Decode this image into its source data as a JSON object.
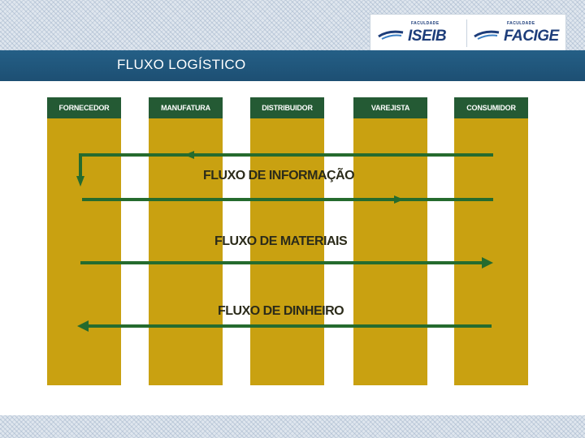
{
  "slide": {
    "title": "FLUXO LOGÍSTICO"
  },
  "logos": [
    {
      "small": "FACULDADE",
      "name": "ISEIB"
    },
    {
      "small": "FACULDADE",
      "name": "FACIGE"
    }
  ],
  "diagram": {
    "columns": [
      "FORNECEDOR",
      "MANUFATURA",
      "DISTRIBUIDOR",
      "VAREJISTA",
      "CONSUMIDOR"
    ],
    "flows": [
      {
        "label": "FLUXO DE INFORMAÇÃO",
        "direction": "bidirectional"
      },
      {
        "label": "FLUXO DE MATERIAIS",
        "direction": "FORNECEDOR → CONSUMIDOR"
      },
      {
        "label": "FLUXO DE DINHEIRO",
        "direction": "CONSUMIDOR → FORNECEDOR"
      }
    ],
    "colors": {
      "column": "#c9a111",
      "header": "#245a34",
      "arrow": "#256b2e",
      "title_bar": "#1f5479"
    }
  }
}
